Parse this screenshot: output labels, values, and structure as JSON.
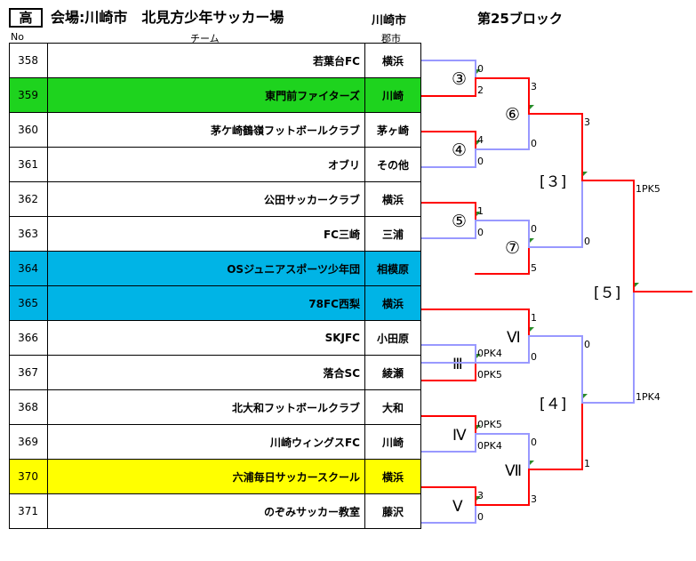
{
  "header": {
    "badge": "高",
    "venue": "会場:川崎市　北見方少年サッカー場",
    "city": "川崎市",
    "block": "第25ブロック",
    "col_no": "No",
    "col_team": "チーム",
    "col_area": "郡市"
  },
  "colors": {
    "win": "#ff0000",
    "lose": "#9999ff",
    "green": "#1ed31e",
    "blue": "#00b4e6",
    "yellow": "#ffff00"
  },
  "teams": [
    {
      "no": "358",
      "name": "若葉台FC",
      "area": "横浜",
      "highlight": ""
    },
    {
      "no": "359",
      "name": "東門前ファイターズ",
      "area": "川崎",
      "highlight": "green"
    },
    {
      "no": "360",
      "name": "茅ケ崎鶴嶺フットボールクラブ",
      "area": "茅ヶ崎",
      "highlight": ""
    },
    {
      "no": "361",
      "name": "オブリ",
      "area": "その他",
      "highlight": ""
    },
    {
      "no": "362",
      "name": "公田サッカークラブ",
      "area": "横浜",
      "highlight": ""
    },
    {
      "no": "363",
      "name": "FC三崎",
      "area": "三浦",
      "highlight": ""
    },
    {
      "no": "364",
      "name": "OSジュニアスポーツ少年団",
      "area": "相模原",
      "highlight": "blue"
    },
    {
      "no": "365",
      "name": "78FC西梨",
      "area": "横浜",
      "highlight": "blue"
    },
    {
      "no": "366",
      "name": "SKJFC",
      "area": "小田原",
      "highlight": ""
    },
    {
      "no": "367",
      "name": "落合SC",
      "area": "綾瀬",
      "highlight": ""
    },
    {
      "no": "368",
      "name": "北大和フットボールクラブ",
      "area": "大和",
      "highlight": ""
    },
    {
      "no": "369",
      "name": "川崎ウィングスFC",
      "area": "川崎",
      "highlight": ""
    },
    {
      "no": "370",
      "name": "六浦毎日サッカースクール",
      "area": "横浜",
      "highlight": "yellow"
    },
    {
      "no": "371",
      "name": "のぞみサッカー教室",
      "area": "藤沢",
      "highlight": ""
    }
  ],
  "matches": {
    "m3": {
      "label": "③",
      "top_score": "0",
      "bottom_score": "2"
    },
    "m4": {
      "label": "④",
      "top_score": "4",
      "bottom_score": "0"
    },
    "m5": {
      "label": "⑤",
      "top_score": "1",
      "bottom_score": "0"
    },
    "m6": {
      "label": "⑥",
      "top_score": "3",
      "bottom_score": "0"
    },
    "m7": {
      "label": "⑦",
      "top_score": "0",
      "bottom_score": "5"
    },
    "mIII": {
      "label": "Ⅲ",
      "top_score": "0PK4",
      "bottom_score": "0PK5"
    },
    "mIV": {
      "label": "Ⅳ",
      "top_score": "0PK5",
      "bottom_score": "0PK4"
    },
    "mV": {
      "label": "Ⅴ",
      "top_score": "3",
      "bottom_score": "0"
    },
    "mVI": {
      "label": "Ⅵ",
      "top_score": "1",
      "bottom_score": "0"
    },
    "mVII": {
      "label": "Ⅶ",
      "top_score": "0",
      "bottom_score": "3"
    },
    "s3": {
      "label": "[３]",
      "top_score": "3",
      "bottom_score": "0"
    },
    "s4": {
      "label": "[４]",
      "top_score": "0",
      "bottom_score": "1"
    },
    "f5": {
      "label": "[５]",
      "top_score": "1PK5",
      "bottom_score": "1PK4"
    }
  }
}
